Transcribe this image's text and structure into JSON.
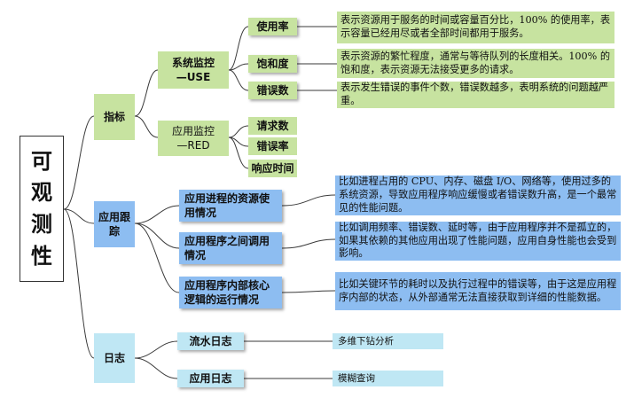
{
  "root": {
    "chars": [
      "可",
      "观",
      "测",
      "性"
    ]
  },
  "branches": {
    "metrics": {
      "label": "指标",
      "use": {
        "label": "系统监控\n—USE",
        "items": [
          {
            "label": "使用率",
            "desc": "表示资源用于服务的时间或容量百分比，100% 的使用率，表示容量已经用尽或者全部时间都用于服务。"
          },
          {
            "label": "饱和度",
            "desc": "表示资源的繁忙程度，通常与等待队列的长度相关。100% 的饱和度，表示资源无法接受更多的请求。"
          },
          {
            "label": "错误数",
            "desc": "表示发生错误的事件个数，错误数越多，表明系统的问题越严重。"
          }
        ]
      },
      "red": {
        "label": "应用监控\n—RED",
        "items": [
          {
            "label": "请求数"
          },
          {
            "label": "错误率"
          },
          {
            "label": "响应时间"
          }
        ]
      }
    },
    "tracing": {
      "label": "应用跟\n踪",
      "items": [
        {
          "label": "应用进程的资源使\n用情况",
          "desc": "比如进程占用的 CPU、内存、磁盘 I/O、网络等，使用过多的系统资源，导致应用程序响应缓慢或者错误数升高，是一个最常见的性能问题。"
        },
        {
          "label": "应用程序之间调用\n情况",
          "desc": "比如调用频率、错误数、延时等，由于应用程序并不是孤立的，如果其依赖的其他应用出现了性能问题，应用自身性能也会受到影响。"
        },
        {
          "label": "应用程序内部核心\n逻辑的运行情况",
          "desc": "比如关键环节的耗时以及执行过程中的错误等，由于这是应用程序内部的状态，从外部通常无法直接获取到详细的性能数据。"
        }
      ]
    },
    "logs": {
      "label": "日志",
      "items": [
        {
          "label": "流水日志",
          "note": "多维下钻分析"
        },
        {
          "label": "应用日志",
          "note": "模糊查询"
        }
      ]
    }
  }
}
